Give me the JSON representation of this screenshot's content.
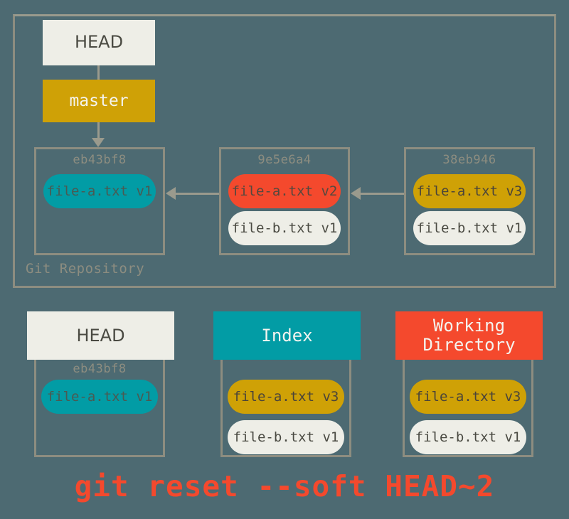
{
  "diagram": {
    "title": "git reset --soft HEAD~2",
    "command": "git reset --soft HEAD~2",
    "repository_label": "Git Repository",
    "colors": {
      "background": "#4d6a72",
      "border": "#8d8d80",
      "cream": "#eeeee7",
      "gold": "#cfa106",
      "teal": "#029ca5",
      "red": "#f4492d",
      "command_text": "#f4492d"
    }
  },
  "repo": {
    "head_ref": "HEAD",
    "branch_ref": "master",
    "commits": [
      {
        "sha": "eb43bf8",
        "files": [
          {
            "label": "file-a.txt v1",
            "color": "teal"
          }
        ]
      },
      {
        "sha": "9e5e6a4",
        "files": [
          {
            "label": "file-a.txt v2",
            "color": "red"
          },
          {
            "label": "file-b.txt v1",
            "color": "cream"
          }
        ]
      },
      {
        "sha": "38eb946",
        "files": [
          {
            "label": "file-a.txt v3",
            "color": "gold"
          },
          {
            "label": "file-b.txt v1",
            "color": "cream"
          }
        ]
      }
    ]
  },
  "areas": [
    {
      "name": "HEAD",
      "header_color": "cream",
      "sha": "eb43bf8",
      "files": [
        {
          "label": "file-a.txt v1",
          "color": "teal"
        }
      ]
    },
    {
      "name": "Index",
      "header_color": "teal",
      "sha": "",
      "files": [
        {
          "label": "file-a.txt v3",
          "color": "gold"
        },
        {
          "label": "file-b.txt v1",
          "color": "cream"
        }
      ]
    },
    {
      "name": "Working\nDirectory",
      "name_line1": "Working",
      "name_line2": "Directory",
      "header_color": "red",
      "sha": "",
      "files": [
        {
          "label": "file-a.txt v3",
          "color": "gold"
        },
        {
          "label": "file-b.txt v1",
          "color": "cream"
        }
      ]
    }
  ]
}
